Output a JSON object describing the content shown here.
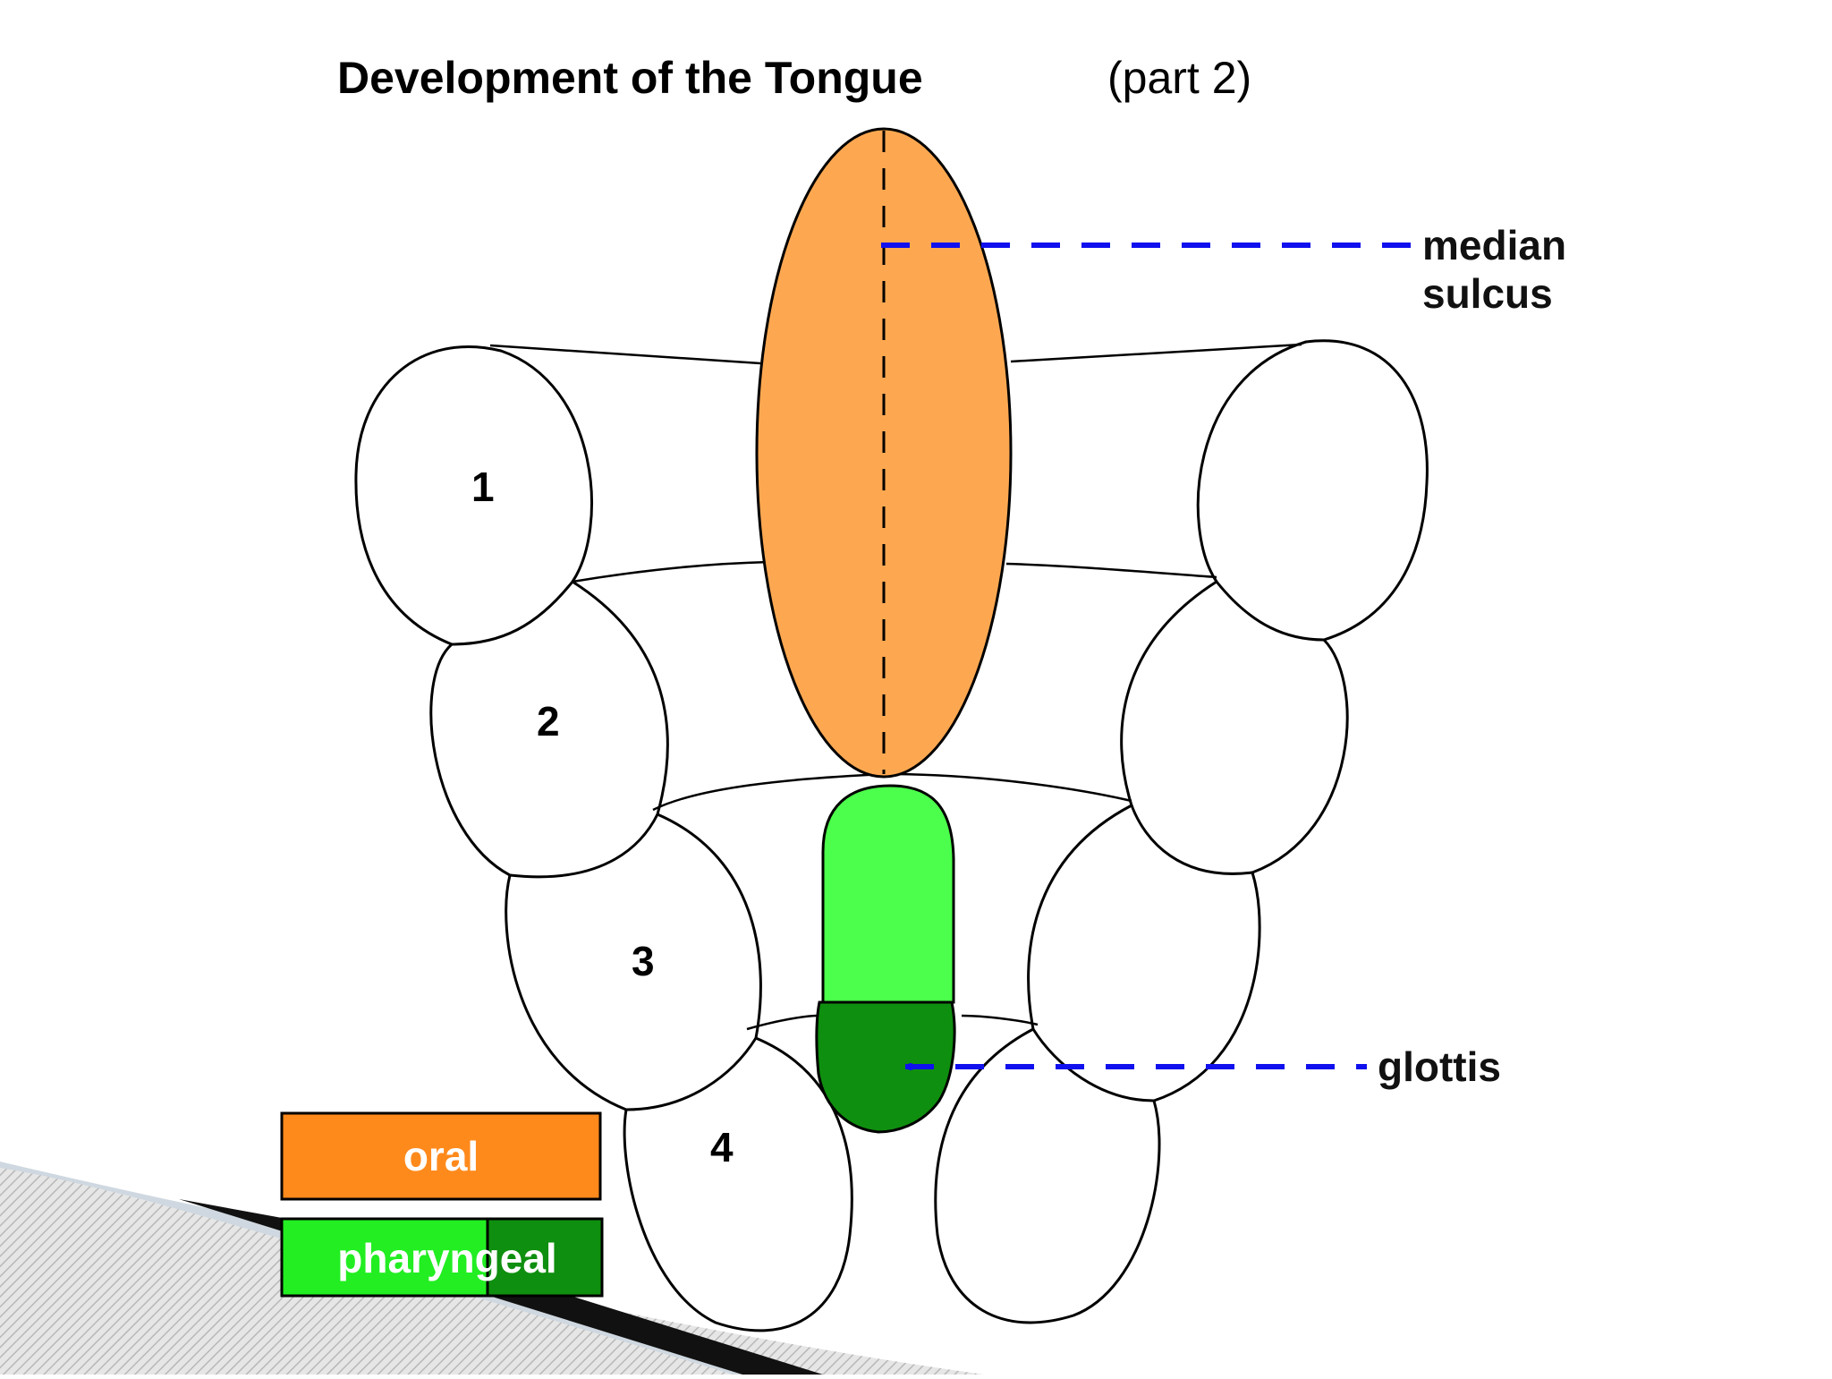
{
  "title": {
    "main": "Development of the Tongue",
    "sub": "(part 2)"
  },
  "arches": [
    "1",
    "2",
    "3",
    "4"
  ],
  "labels": {
    "median_sulcus_line1": "median",
    "median_sulcus_line2": "sulcus",
    "glottis": "glottis"
  },
  "legend": {
    "oral": "oral",
    "pharyngeal": "pharyngeal"
  },
  "colors": {
    "oral": "#fda851",
    "oral_legend": "#ff8a1c",
    "pharyngeal_light": "#4cff4c",
    "pharyngeal_dark": "#0f8f0f",
    "leader_line": "#1010ee"
  }
}
